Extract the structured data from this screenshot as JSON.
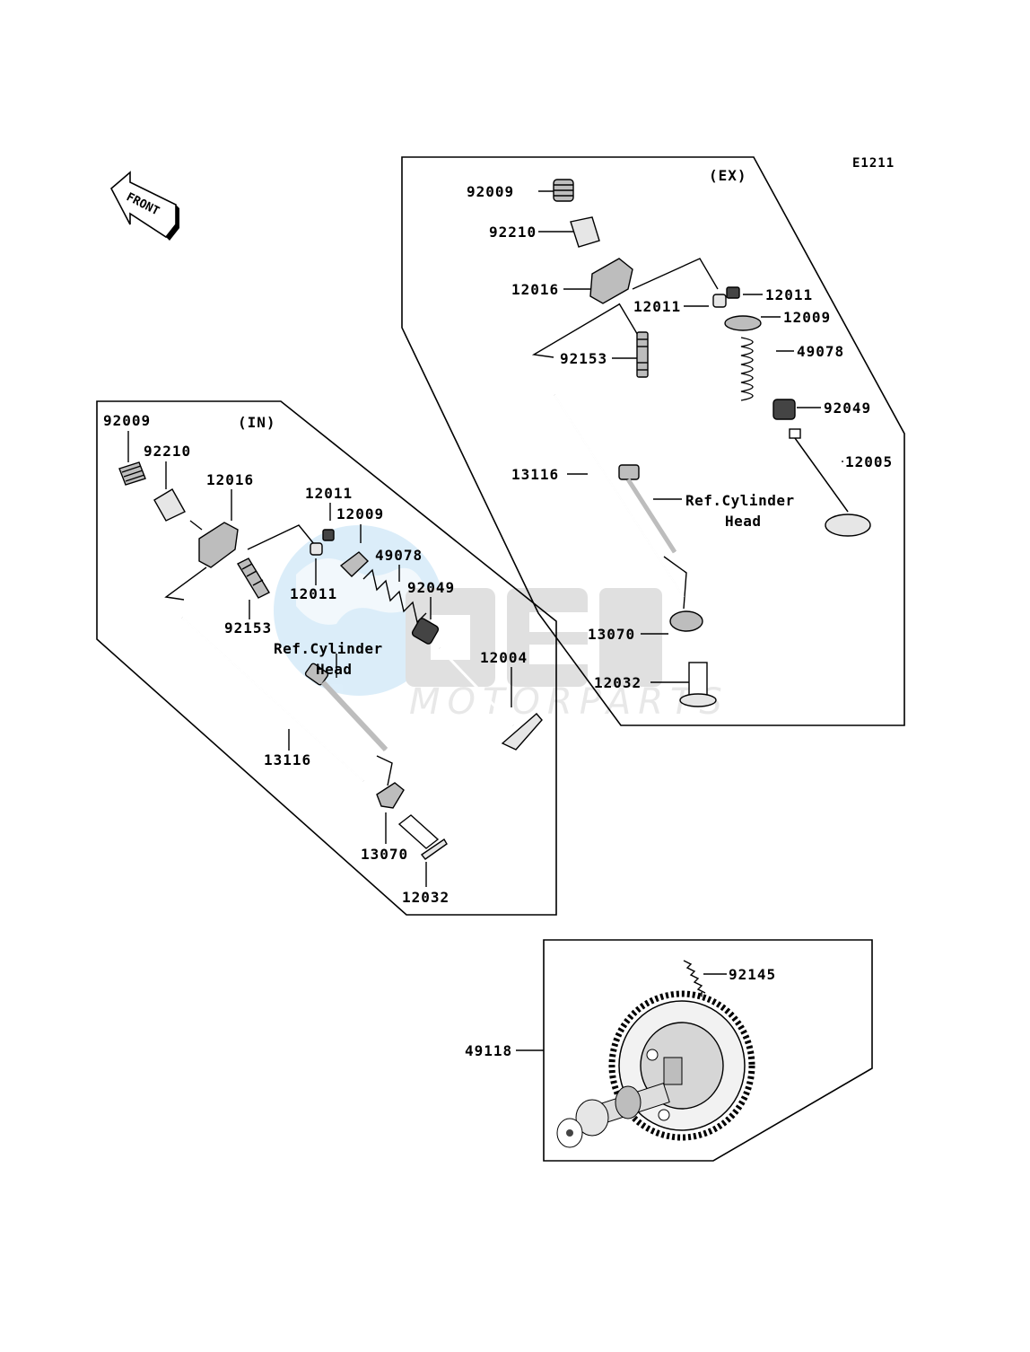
{
  "diagram_code": "E1211",
  "front_arrow_label": "FRONT",
  "watermark": {
    "brand": "OEM",
    "subtitle": "MOTORPARTS",
    "colors": {
      "globe": "#bfe0f5",
      "logo": "#c8c8c8"
    }
  },
  "exhaust_group": {
    "title": "(EX)",
    "labels": {
      "p92009": "92009",
      "p92210": "92210",
      "p12016": "12016",
      "p12011_a": "12011",
      "p12011_b": "12011",
      "p12009": "12009",
      "p49078": "49078",
      "p92153": "92153",
      "p92049": "92049",
      "p13116": "13116",
      "p12005": "12005",
      "ref_line1": "Ref.Cylinder",
      "ref_line2": "Head",
      "p13070": "13070",
      "p12032": "12032"
    }
  },
  "intake_group": {
    "title": "(IN)",
    "labels": {
      "p92009": "92009",
      "p92210": "92210",
      "p12016": "12016",
      "p12011_a": "12011",
      "p12009": "12009",
      "p49078": "49078",
      "p12011_b": "12011",
      "p92049": "92049",
      "p92153": "92153",
      "ref_line1": "Ref.Cylinder",
      "ref_line2": "Head",
      "p12004": "12004",
      "p13116": "13116",
      "p13070": "13070",
      "p12032": "12032"
    }
  },
  "camshaft_group": {
    "labels": {
      "p92145": "92145",
      "p49118": "49118"
    }
  }
}
